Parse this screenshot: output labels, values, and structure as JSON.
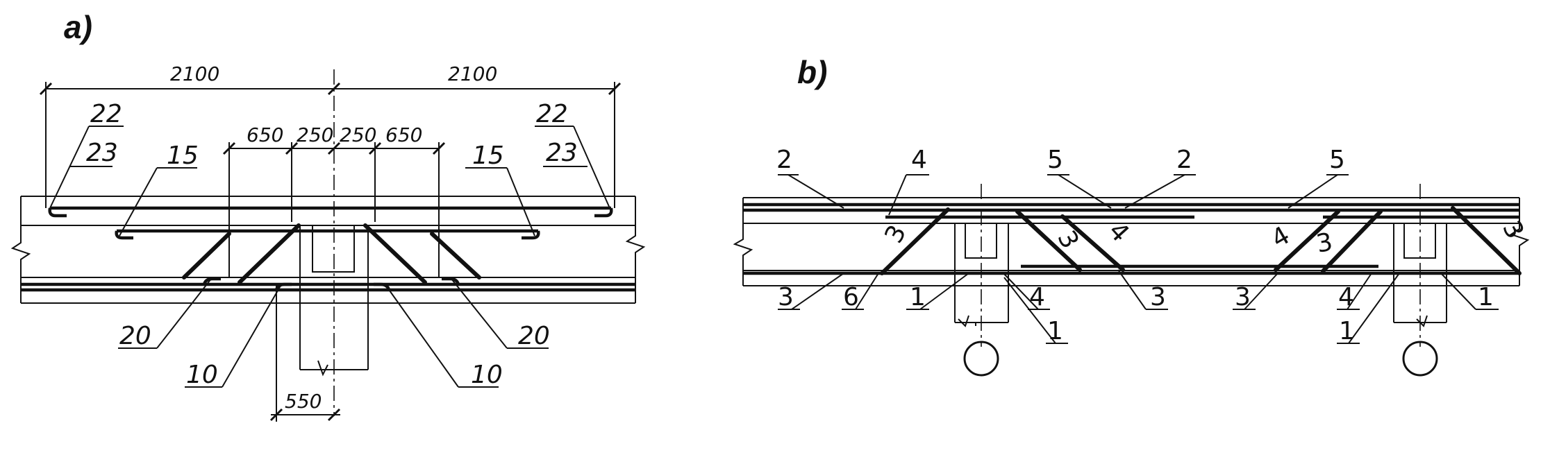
{
  "panel_a": {
    "label": "a)",
    "dims": {
      "left_span": "2100",
      "right_span": "2100",
      "inner_left_650": "650",
      "inner_left_250": "250",
      "inner_right_250": "250",
      "inner_right_650": "650",
      "bottom_550": "550"
    },
    "callouts": {
      "top_left_22": "22",
      "top_left_23": "23",
      "top_right_22": "22",
      "top_right_23": "23",
      "left_15": "15",
      "right_15": "15",
      "left_20": "20",
      "right_20": "20",
      "left_10": "10",
      "right_10": "10"
    }
  },
  "panel_b": {
    "label": "b)",
    "callouts": {
      "top_2_left": "2",
      "top_4": "4",
      "top_5_mid": "5",
      "top_2_mid": "2",
      "top_5_right": "5",
      "bar_3_left": "3",
      "bar_3_mid": "3",
      "bar_4_mid": "4",
      "bar_4_right": "4",
      "bar_3_right": "3",
      "bar_3_far_right": "3",
      "bot_3_left": "3",
      "bot_6": "6",
      "bot_1_left": "1",
      "bot_4_left": "4",
      "bot_1_mid": "1",
      "bot_3_mid": "3",
      "bot_3_right": "3",
      "bot_4_right": "4",
      "bot_1_right_a": "1",
      "bot_1_right_b": "1"
    }
  }
}
